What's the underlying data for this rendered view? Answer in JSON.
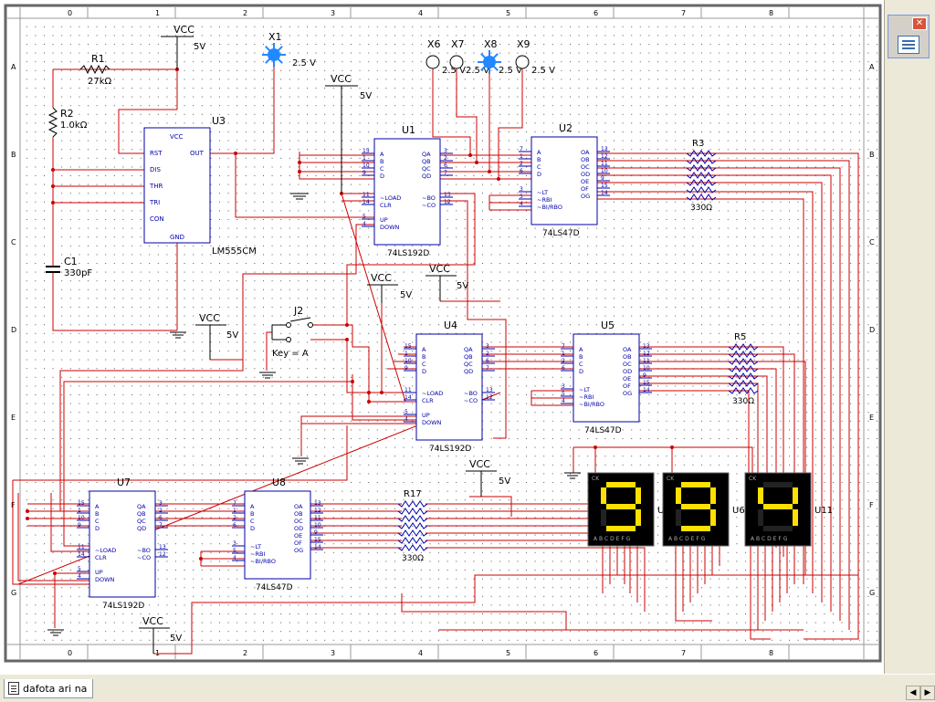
{
  "sheet": {
    "border_columns": [
      "0",
      "1",
      "2",
      "3",
      "4",
      "5",
      "6",
      "7",
      "8"
    ],
    "border_rows": [
      "A",
      "B",
      "C",
      "D",
      "E",
      "F",
      "G"
    ]
  },
  "components": {
    "vcc_label": "VCC",
    "vcc_value": "5V",
    "r1": {
      "ref": "R1",
      "value": "27kΩ"
    },
    "r2": {
      "ref": "R2",
      "value": "1.0kΩ"
    },
    "c1": {
      "ref": "C1",
      "value": "330pF"
    },
    "u3": {
      "ref": "U3",
      "part": "LM555CM",
      "pins": [
        "VCC",
        "RST",
        "OUT",
        "DIS",
        "THR",
        "TRI",
        "CON",
        "GND"
      ]
    },
    "j2": {
      "ref": "J2",
      "key": "Key = A"
    },
    "counter_part": "74LS192D",
    "decoder_part": "74LS47D",
    "u1": {
      "ref": "U1"
    },
    "u2": {
      "ref": "U2"
    },
    "u4": {
      "ref": "U4"
    },
    "u5": {
      "ref": "U5"
    },
    "u7": {
      "ref": "U7"
    },
    "u8": {
      "ref": "U8"
    },
    "counter_pins_left": [
      "A",
      "B",
      "C",
      "D",
      "~LOAD",
      "CLR",
      "UP",
      "DOWN"
    ],
    "counter_pins_right": [
      "QA",
      "QB",
      "QC",
      "QD",
      "~BO",
      "~CO"
    ],
    "decoder_pins_left": [
      "A",
      "B",
      "C",
      "D",
      "~LT",
      "~RBI",
      "~BI/RBO"
    ],
    "decoder_pins_right": [
      "OA",
      "OB",
      "OC",
      "OD",
      "OE",
      "OF",
      "OG"
    ],
    "resistor_arrays": [
      {
        "ref": "R3",
        "value": "330Ω"
      },
      {
        "ref": "R5",
        "value": "330Ω"
      },
      {
        "ref": "R17",
        "value": "330Ω"
      }
    ],
    "probes": [
      {
        "ref": "X1",
        "voltage": "2.5 V",
        "lit": true
      },
      {
        "ref": "X6",
        "voltage": "2.5 V",
        "lit": false
      },
      {
        "ref": "X7",
        "voltage": "2.5 V",
        "lit": false
      },
      {
        "ref": "X8",
        "voltage": "2.5 V",
        "lit": true
      },
      {
        "ref": "X9",
        "voltage": "2.5 V",
        "lit": false
      }
    ],
    "displays": [
      {
        "ref": "U",
        "digit": "9"
      },
      {
        "ref": "U6",
        "digit": "9"
      },
      {
        "ref": "U11",
        "digit": "4"
      }
    ],
    "display_pin_labels": "A B C D E F G",
    "display_ck": "CK"
  },
  "window": {
    "close_label": "✕"
  },
  "statusbar": {
    "tab_label": "dafota ari na",
    "nav_left": "◀",
    "nav_right": "▶"
  },
  "colors": {
    "wire": "#cc0000",
    "component": "#0000aa",
    "probe_lit": "#2288ff",
    "segment_on": "#ffe000",
    "display_bg": "#000000"
  }
}
